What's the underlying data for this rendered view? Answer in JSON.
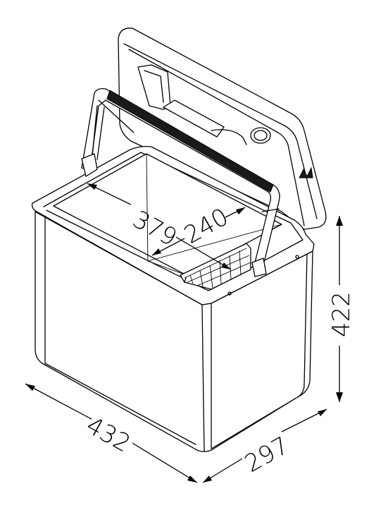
{
  "dimensions": {
    "width": "432",
    "depth": "297",
    "height": "422",
    "inner_width": "379",
    "inner_depth": "240"
  },
  "colors": {
    "line": "#000000",
    "background": "#ffffff",
    "handle": "#1a1a1a"
  },
  "icons": {
    "logo": "brand-logo-icon"
  }
}
